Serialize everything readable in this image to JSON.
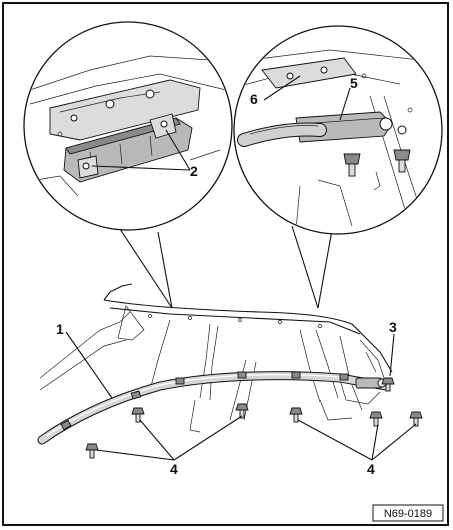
{
  "callouts": {
    "c1": "1",
    "c2": "2",
    "c3": "3",
    "c4_left": "4",
    "c4_right": "4",
    "c5": "5",
    "c6": "6"
  },
  "reference_code": "N69-0189"
}
